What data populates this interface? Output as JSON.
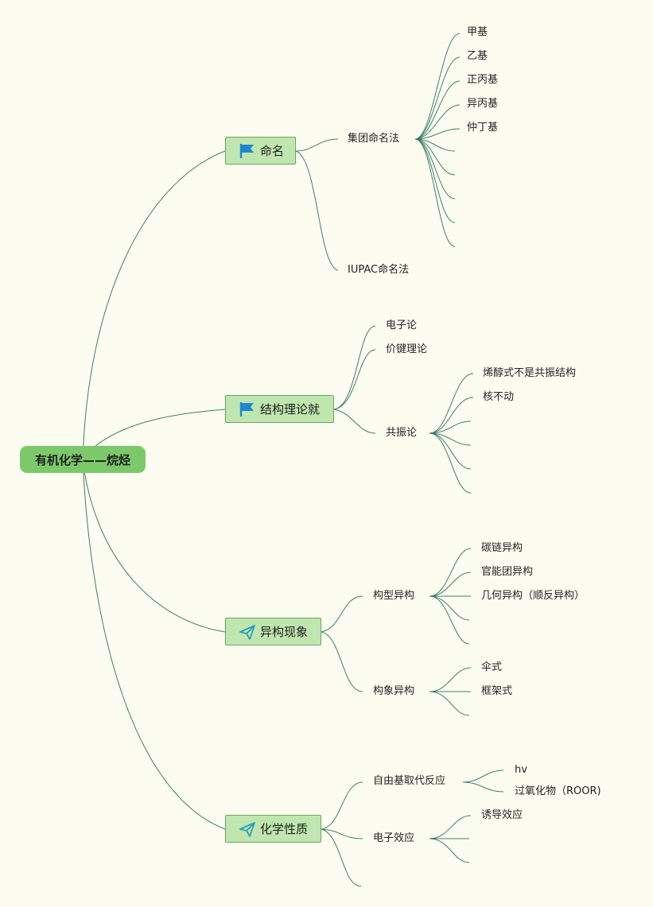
{
  "root": {
    "label": "有机化学——烷烃"
  },
  "topics": {
    "naming": {
      "label": "命名",
      "icon": "flag-icon",
      "group": {
        "label": "集团命名法",
        "items": [
          "甲基",
          "乙基",
          "正丙基",
          "异丙基",
          "仲丁基",
          "",
          "",
          "",
          "",
          ""
        ]
      },
      "iupac": {
        "label": "IUPAC命名法"
      }
    },
    "structure": {
      "label": "结构理论就",
      "icon": "flag-icon",
      "electron": "电子论",
      "valence": "价键理论",
      "resonance": {
        "label": "共振论",
        "items": [
          "烯醇式不是共振结构",
          "核不动",
          "",
          "",
          "",
          ""
        ]
      }
    },
    "isomerism": {
      "label": "异构现象",
      "icon": "paper-plane-icon",
      "constitutional": {
        "label": "构型异构",
        "items": [
          "碳链异构",
          "官能团异构",
          "几何异构（顺反异构）",
          "",
          ""
        ]
      },
      "conformational": {
        "label": "构象异构",
        "items": [
          "伞式",
          "框架式",
          ""
        ]
      }
    },
    "chemistry": {
      "label": "化学性质",
      "icon": "paper-plane-icon",
      "radical": {
        "label": "自由基取代反应",
        "items": [
          "hv",
          "过氧化物（ROOR)"
        ]
      },
      "effect": {
        "label": "电子效应",
        "items": [
          "诱导效应",
          "",
          ""
        ]
      },
      "blank": ""
    }
  },
  "colors": {
    "background": "#fdfcf1",
    "root": "#7cc96a",
    "topic": "#bfe6ae",
    "topic_border": "#6aa764",
    "link": "#3e7f6c",
    "flag": "#1f86d6",
    "plane": "#2a9fc0"
  }
}
